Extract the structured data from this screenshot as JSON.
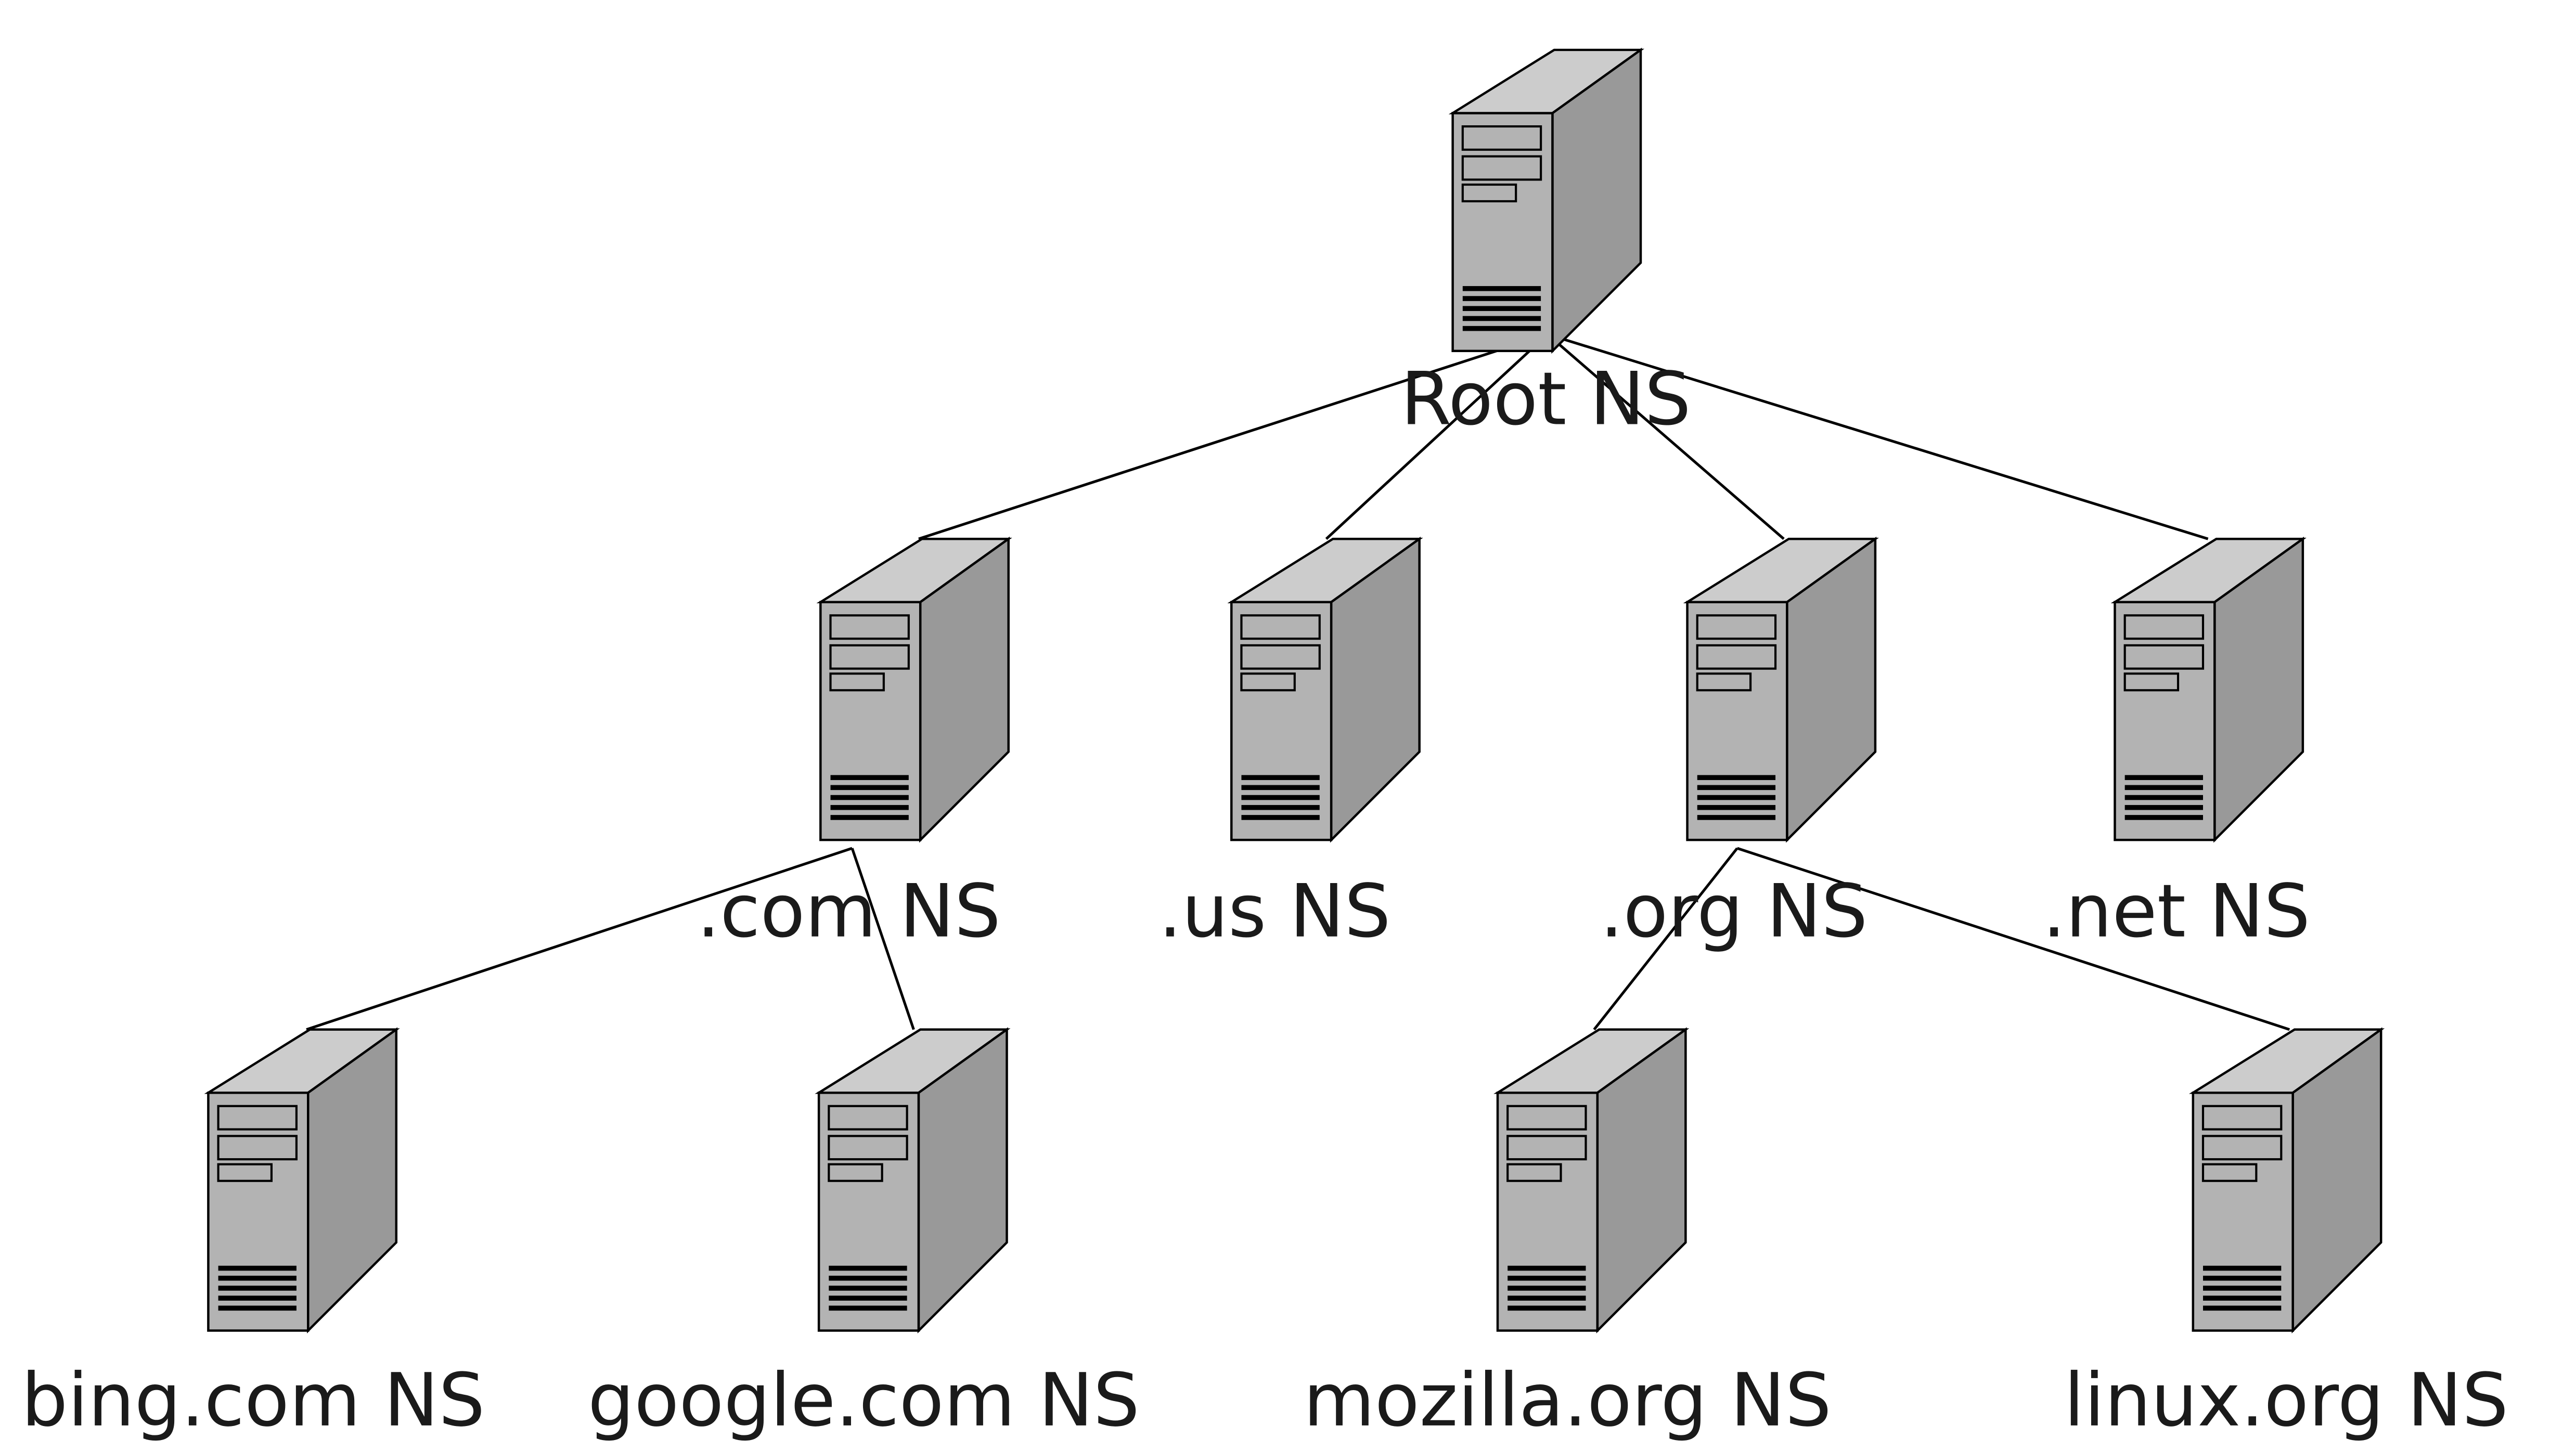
{
  "diagram": {
    "title": "",
    "nodes": {
      "root": {
        "label": "Root NS",
        "icon": "server-tower-icon"
      },
      "com": {
        "label": ".com NS",
        "icon": "server-tower-icon"
      },
      "us": {
        "label": ".us NS",
        "icon": "server-tower-icon"
      },
      "org": {
        "label": ".org NS",
        "icon": "server-tower-icon"
      },
      "net": {
        "label": ".net NS",
        "icon": "server-tower-icon"
      },
      "bing": {
        "label": "bing.com NS",
        "icon": "server-tower-icon"
      },
      "google": {
        "label": "google.com NS",
        "icon": "server-tower-icon"
      },
      "mozilla": {
        "label": "mozilla.org NS",
        "icon": "server-tower-icon"
      },
      "linux": {
        "label": "linux.org NS",
        "icon": "server-tower-icon"
      }
    },
    "edges": [
      [
        "root",
        "com"
      ],
      [
        "root",
        "us"
      ],
      [
        "root",
        "org"
      ],
      [
        "root",
        "net"
      ],
      [
        "com",
        "bing"
      ],
      [
        "com",
        "google"
      ],
      [
        "org",
        "mozilla"
      ],
      [
        "org",
        "linux"
      ]
    ],
    "colors": {
      "front": "#b3b3b3",
      "top": "#cccccc",
      "side": "#999999",
      "outline": "#000000",
      "text": "#1a1a1a"
    }
  }
}
